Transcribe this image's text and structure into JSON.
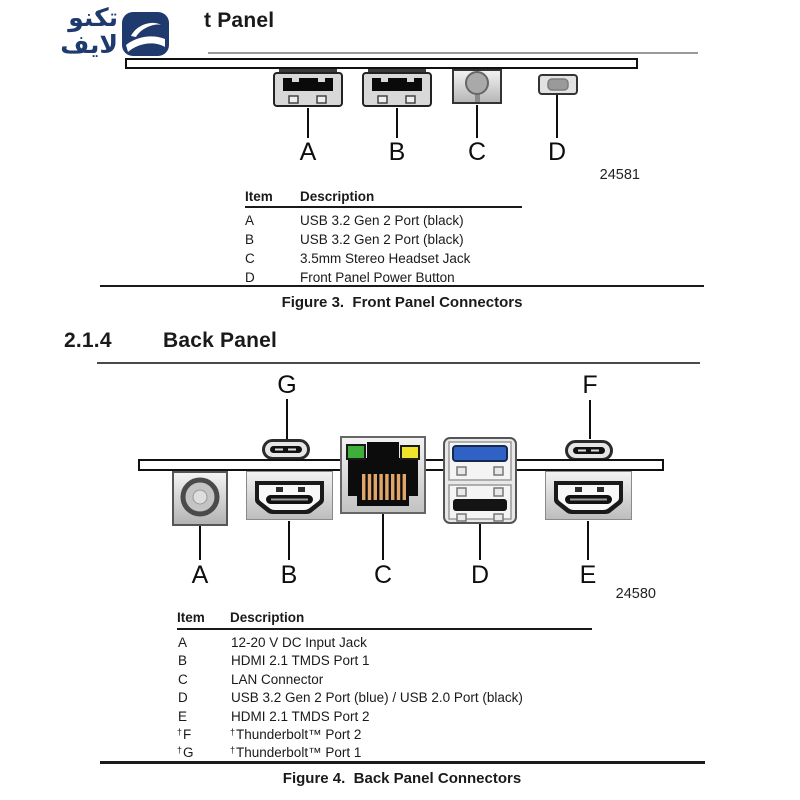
{
  "logo": {
    "brand_line1": "تكنو",
    "brand_line2": "لايف",
    "brand_color": "#1f3a6d"
  },
  "front_section": {
    "heading_visible": "t Panel",
    "figure_number": "24581",
    "port_labels": [
      "A",
      "B",
      "C",
      "D"
    ],
    "table": {
      "headers": [
        "Item",
        "Description"
      ],
      "rows": [
        {
          "item": "A",
          "description": "USB 3.2 Gen 2 Port (black)"
        },
        {
          "item": "B",
          "description": "USB 3.2 Gen 2 Port (black)"
        },
        {
          "item": "C",
          "description": "3.5mm Stereo Headset Jack"
        },
        {
          "item": "D",
          "description": "Front Panel Power Button"
        }
      ]
    },
    "caption": "Figure 3.  Front Panel Connectors"
  },
  "back_section": {
    "section_number": "2.1.4",
    "heading": "Back Panel",
    "figure_number": "24580",
    "top_labels": [
      "G",
      "F"
    ],
    "bottom_labels": [
      "A",
      "B",
      "C",
      "D",
      "E"
    ],
    "table": {
      "headers": [
        "Item",
        "Description"
      ],
      "rows": [
        {
          "item": "A",
          "description": "12-20 V DC Input Jack"
        },
        {
          "item": "B",
          "description": "HDMI 2.1 TMDS Port 1"
        },
        {
          "item": "C",
          "description": "LAN Connector"
        },
        {
          "item": "D",
          "description": "USB 3.2 Gen 2 Port (blue) / USB 2.0 Port (black)"
        },
        {
          "item": "E",
          "description": "HDMI 2.1 TMDS Port 2"
        },
        {
          "item_sup": "†",
          "item": "F",
          "desc_sup": "†",
          "description": "Thunderbolt™ Port 2"
        },
        {
          "item_sup": "†",
          "item": "G",
          "desc_sup": "†",
          "description": "Thunderbolt™ Port 1"
        }
      ]
    },
    "caption": "Figure 4.  Back Panel Connectors"
  },
  "colors": {
    "brand_navy": "#1f3a6d",
    "usb3_blue": "#2f62c4",
    "lan_led_green": "#3fae3b",
    "lan_led_yellow": "#efe32b",
    "lan_pin_orange": "#e2a569"
  }
}
